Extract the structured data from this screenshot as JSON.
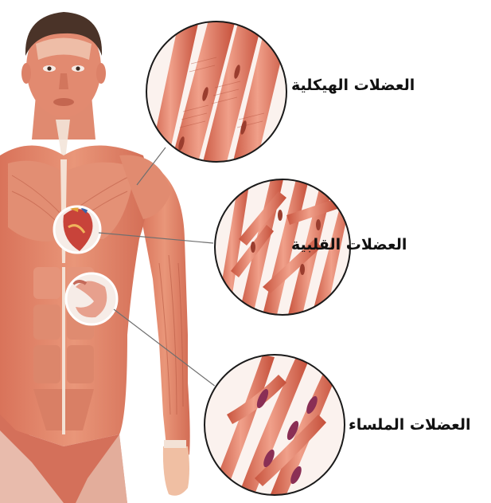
{
  "labels": {
    "skeletal": "العضلات الهيكلية",
    "cardiac": "العضلات القلبية",
    "smooth": "العضلات الملساء"
  },
  "colors": {
    "muscle": "#e3876d",
    "muscle_dark": "#b9523e",
    "muscle_light": "#f2b7a4",
    "skin": "#f1c2a8",
    "tendon": "#f5e6dc",
    "hair": "#4a3328",
    "leader_line": "#6f6f6f",
    "nucleus": "#8a2f55"
  }
}
